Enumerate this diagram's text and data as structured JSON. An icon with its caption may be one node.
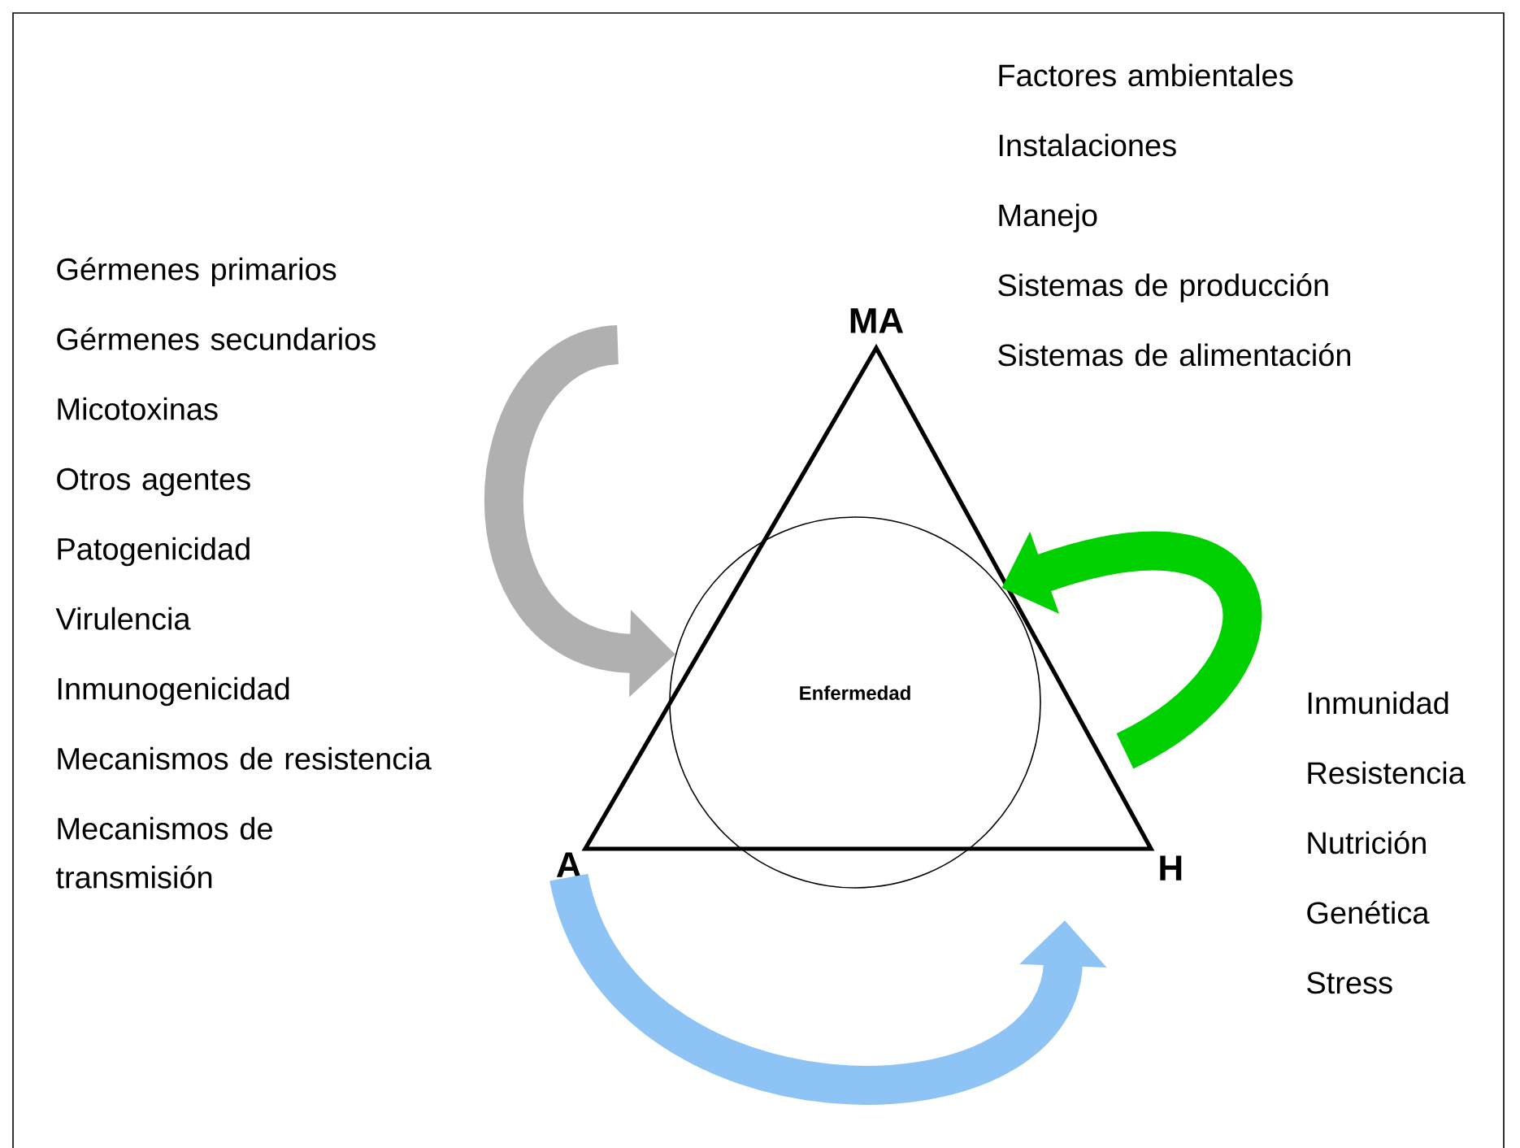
{
  "diagram": {
    "nodes": [
      {
        "text": [
          "Gérmenes primarios",
          "Gérmenes secundarios",
          "Micotoxinas",
          "Otros agentes",
          "Patogenicidad",
          "Virulencia",
          "Inmunogenicidad",
          "Mecanismos de resistencia",
          "Mecanismos de transmisión"
        ]
      },
      {
        "text": [
          "Factores ambientales",
          "Instalaciones",
          "Manejo",
          "Sistemas de producción",
          "Sistemas de alimentación"
        ]
      },
      {
        "text": [
          "Inmunidad",
          "Resistencia",
          "Nutrición",
          "Genética",
          "Stress"
        ]
      },
      {
        "text": [
          "MA"
        ]
      },
      {
        "text": [
          "A"
        ]
      },
      {
        "text": [
          "H"
        ]
      },
      {
        "text": [
          "Enfermedad"
        ]
      }
    ],
    "edges": [
      {
        "from": null,
        "to": 6,
        "arrow": "to",
        "color": "#b0b0b0"
      },
      {
        "from": null,
        "to": 6,
        "arrow": "to",
        "color": "#00d000"
      },
      {
        "from": 4,
        "to": null,
        "arrow": "to",
        "color": "#8ec3f5"
      }
    ]
  }
}
